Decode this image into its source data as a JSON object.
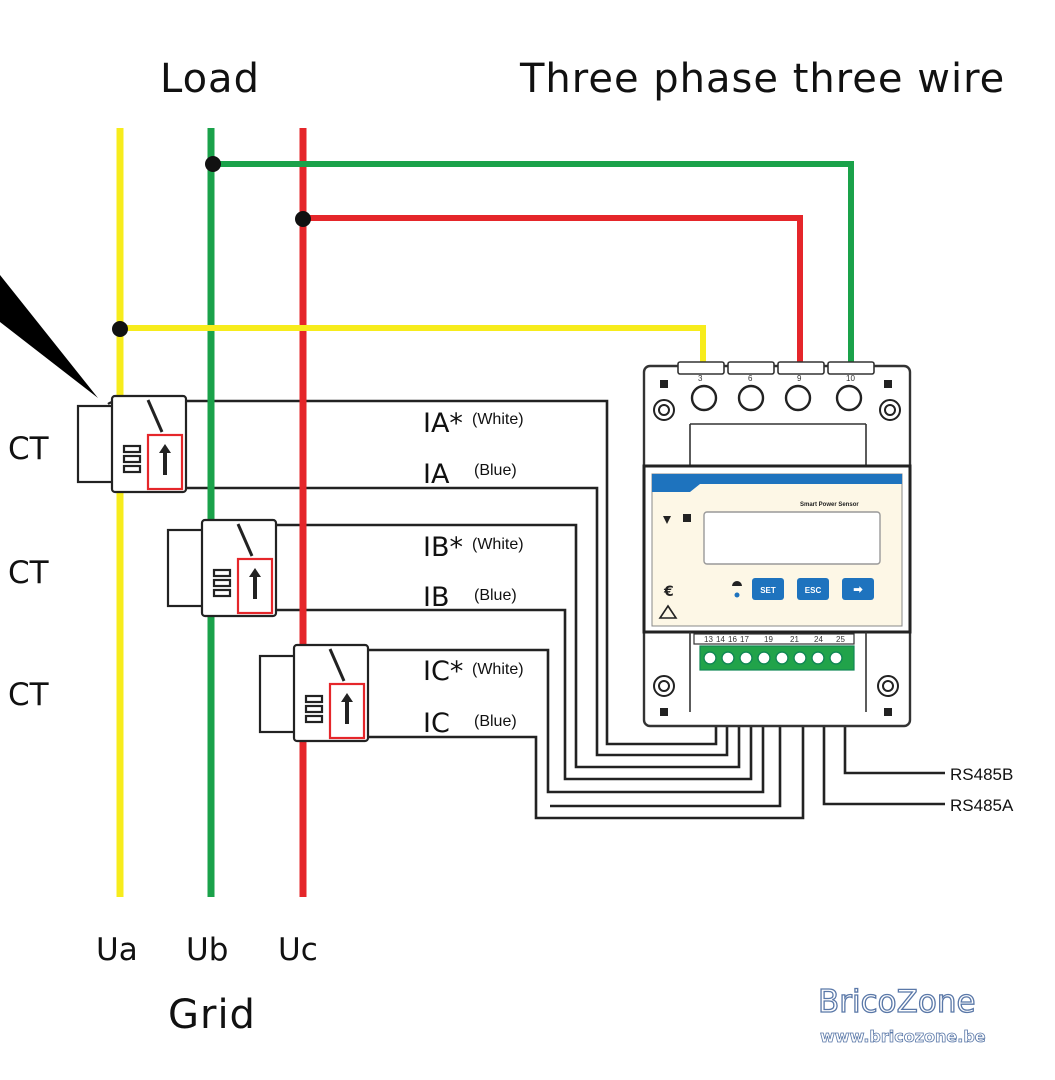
{
  "title": "Three phase three wire",
  "load_label": "Load",
  "grid_label": "Grid",
  "phases": [
    "Ua",
    "Ub",
    "Uc"
  ],
  "ct_label": "CT",
  "colors": {
    "phase_a": "#f7ec1c",
    "phase_b": "#1aa24a",
    "phase_c": "#e5262a",
    "device_blue": "#1e73be",
    "watermark": "#5a78a8"
  },
  "current_lines": [
    {
      "label": "IA*",
      "note": "(White)"
    },
    {
      "label": "IA",
      "note": "(Blue)"
    },
    {
      "label": "IB*",
      "note": "(White)"
    },
    {
      "label": "IB",
      "note": "(Blue)"
    },
    {
      "label": "IC*",
      "note": "(White)"
    },
    {
      "label": "IC",
      "note": "(Blue)"
    }
  ],
  "voltage_terminals": [
    "3",
    "6",
    "9",
    "10"
  ],
  "bottom_terminals": [
    "13",
    "14",
    "16",
    "17",
    "19",
    "21",
    "24",
    "25"
  ],
  "device": {
    "name": "Smart Power Sensor",
    "buttons": [
      "SET",
      "ESC",
      "➡"
    ]
  },
  "rs485": [
    "RS485B",
    "RS485A"
  ],
  "watermark": {
    "brand": "BricoZone",
    "url": "www.bricozone.be"
  }
}
